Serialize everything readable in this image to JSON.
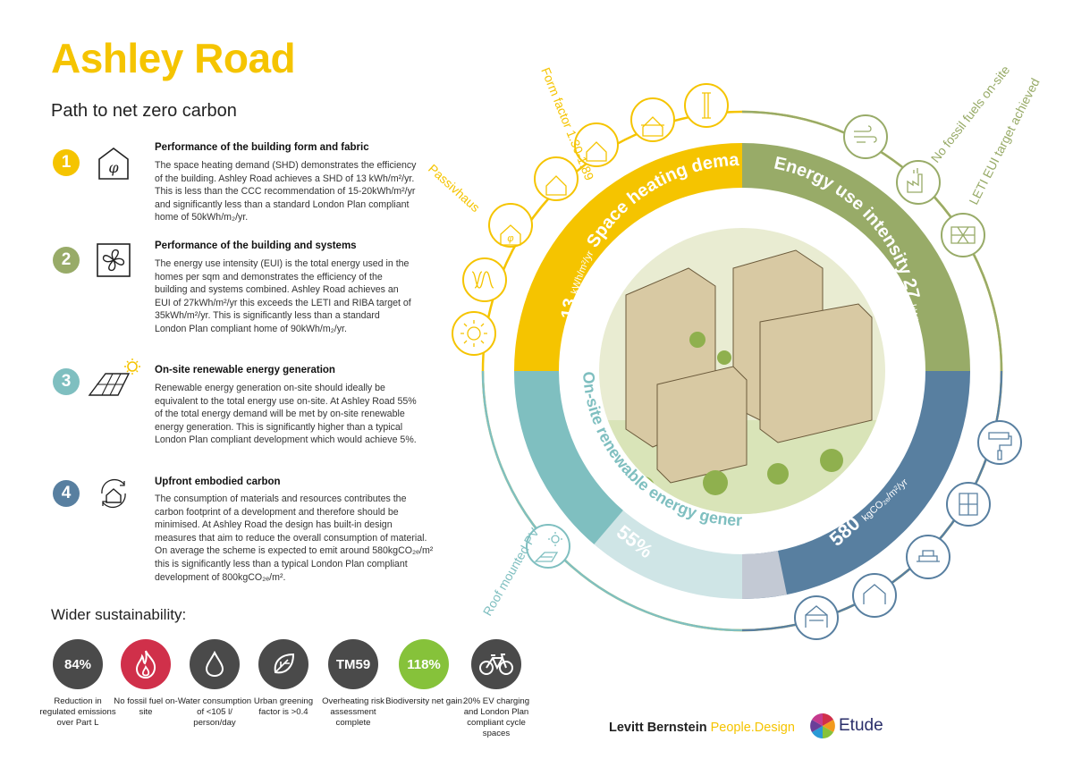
{
  "title": "Ashley Road",
  "subtitle": "Path to net zero carbon",
  "colors": {
    "yellow": "#f5c400",
    "green": "#98ab68",
    "teal": "#7fbfc0",
    "blue": "#587fa0",
    "grey": "#4a4a4a",
    "red": "#d0304a",
    "bright_green": "#86c23a"
  },
  "sections": [
    {
      "number": "1",
      "icon": "passivhaus-house-icon",
      "title": "Performance of the building form and fabric",
      "body": "The space heating demand (SHD) demonstrates the efficiency of the building. Ashley Road achieves a SHD of 13 kWh/m²/yr. This is less than the CCC recommendation of 15-20kWh/m²/yr and significantly less than a standard London Plan compliant home of 50kWh/m₂/yr."
    },
    {
      "number": "2",
      "icon": "fan-icon",
      "title": "Performance of the building and systems",
      "body": "The energy use intensity (EUI) is the total energy used in the homes per sqm and demonstrates the efficiency of the building and systems combined. Ashley Road achieves an EUI of 27kWh/m²/yr this exceeds the LETI and RIBA target of 35kWh/m²/yr. This is significantly less than a standard London Plan compliant home of 90kWh/m₂/yr."
    },
    {
      "number": "3",
      "icon": "solar-panel-icon",
      "title": "On-site renewable energy generation",
      "body": "Renewable energy generation on-site should ideally be equivalent to the total energy use on-site. At Ashley Road 55% of the total energy demand will be met by on-site renewable energy generation. This is significantly higher than a typical London Plan compliant development which would achieve 5%."
    },
    {
      "number": "4",
      "icon": "recycle-house-icon",
      "title": "Upfront embodied carbon",
      "body": "The consumption of materials and resources contributes the carbon footprint of a development and therefore should be minimised. At Ashley Road the design has built-in design measures that aim to reduce the overall consumption of material. On average the scheme is expected to emit around 580kgCO₂ₑ/m² this is significantly less than a typical London Plan compliant development of 800kgCO₂ₑ/m²."
    }
  ],
  "wider": {
    "title": "Wider sustainability:",
    "badges": [
      {
        "value": "84%",
        "icon": "",
        "label": "Reduction in regulated emissions over Part L",
        "color": "#4a4a4a"
      },
      {
        "value": "",
        "icon": "flame-icon",
        "label": "No fossil fuel on-site",
        "color": "#d0304a"
      },
      {
        "value": "",
        "icon": "water-drop-icon",
        "label": "Water consumption of <105 l/ person/day",
        "color": "#4a4a4a"
      },
      {
        "value": "",
        "icon": "leaf-icon",
        "label": "Urban greening factor is >0.4",
        "color": "#4a4a4a"
      },
      {
        "value": "TM59",
        "icon": "",
        "label": "Overheating risk assessment complete",
        "color": "#4a4a4a"
      },
      {
        "value": "118%",
        "icon": "",
        "label": "Biodiversity net gain",
        "color": "#86c23a"
      },
      {
        "value": "",
        "icon": "bicycle-icon",
        "label": "20% EV charging and London Plan compliant cycle spaces",
        "color": "#4a4a4a"
      }
    ]
  },
  "ring": {
    "quadrants": [
      {
        "value": "13",
        "unit": "kWh/m²/yr",
        "label": "Space heating demand",
        "color": "#f5c400"
      },
      {
        "value": "27",
        "unit": "kWh/m²/yr",
        "label": "Energy use intensity",
        "color": "#98ab68"
      },
      {
        "value": "580",
        "unit": "kgCO₂ₑ/m²/yr",
        "label": "Upfront embodied carbon",
        "color": "#587fa0"
      },
      {
        "value": "55%",
        "unit": "",
        "label": "On-site renewable energy generation",
        "color": "#7fbfc0"
      }
    ],
    "renewable_fraction": 0.55,
    "outer_labels": {
      "form_factor": "Form factor 1.30-1.89",
      "passivhaus": "Passivhaus",
      "no_fossil": "No fossil fuels on-site",
      "leti": "LETI EUI target achieved",
      "roof_pv": "Roof mounted PV"
    }
  },
  "logos": {
    "lb_name": "Levitt Bernstein",
    "lb_tag": "People.Design",
    "etude": "Etude"
  }
}
